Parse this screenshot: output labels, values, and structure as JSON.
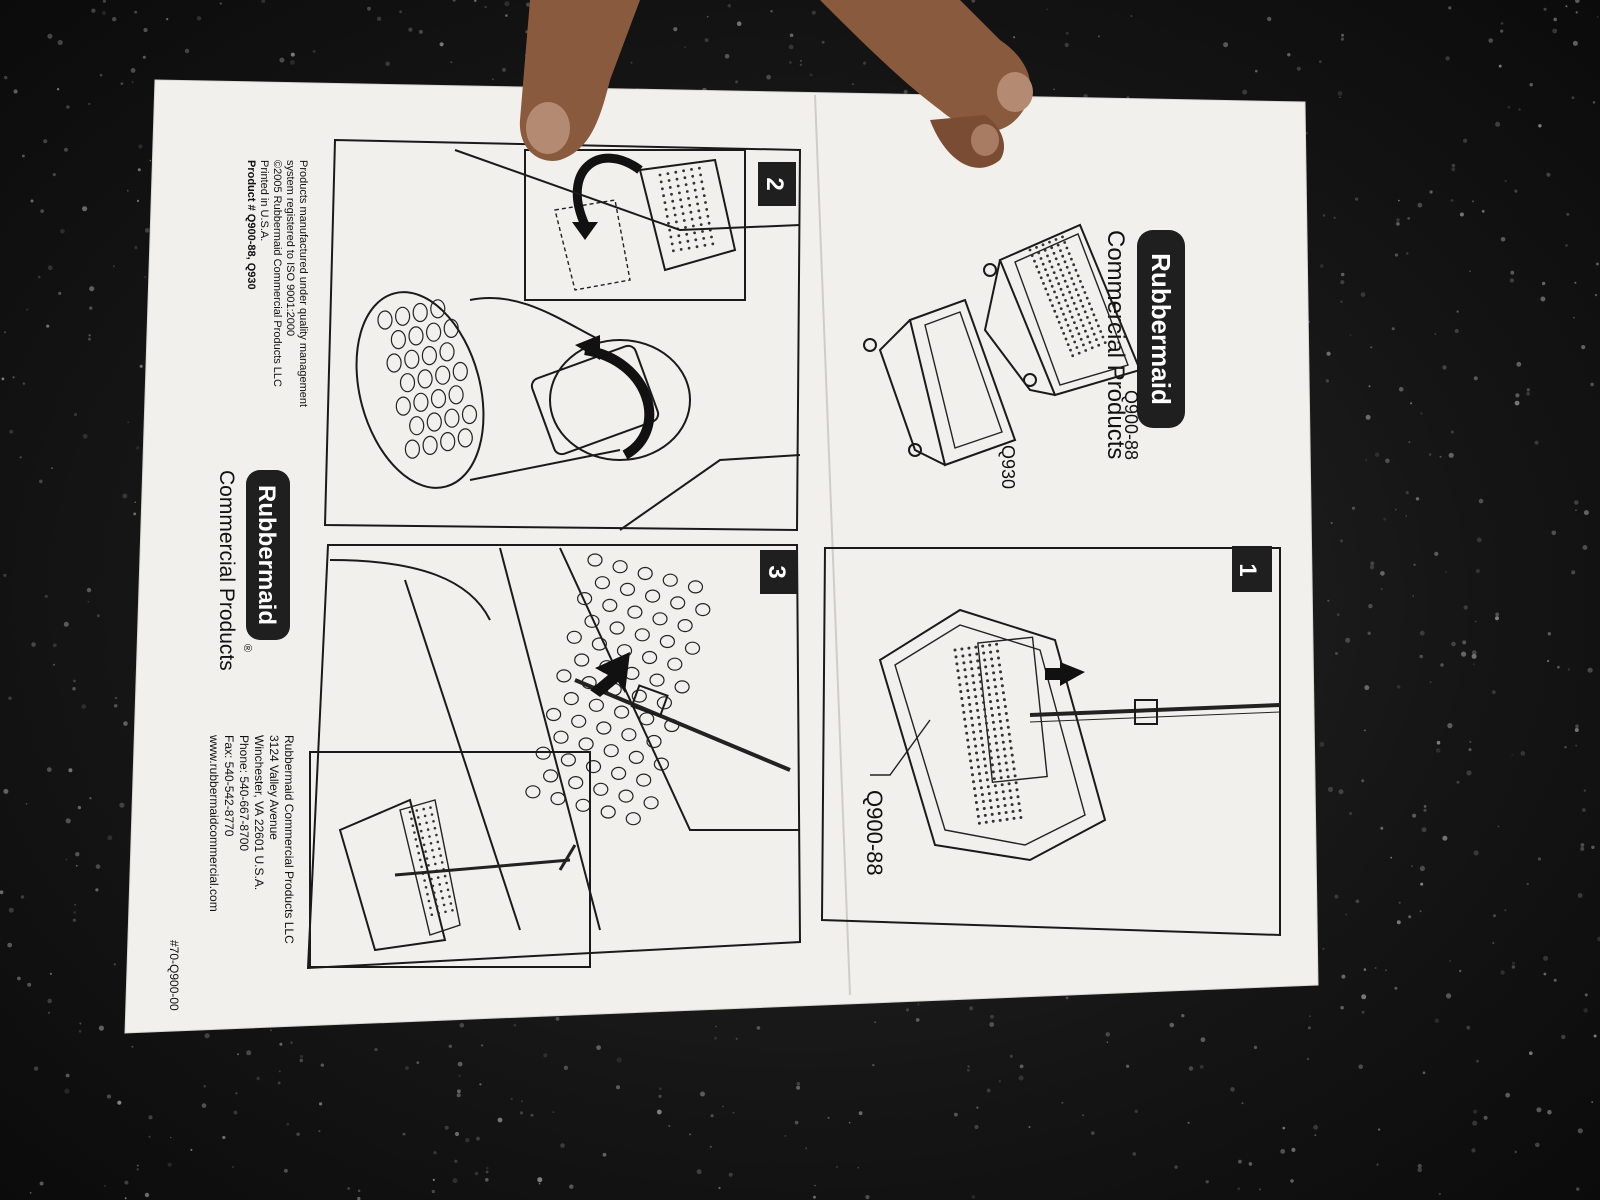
{
  "brand": {
    "logo": "Rubbermaid",
    "division": "Commercial Products",
    "registered": "®"
  },
  "overview": {
    "model_a": "Q900-88",
    "model_b": "Q930"
  },
  "steps": [
    {
      "number": "1",
      "label": "Q900-88"
    },
    {
      "number": "2"
    },
    {
      "number": "3"
    }
  ],
  "quality_note": [
    "Products manufactured under quality management",
    "system registered to ISO 9001:2000",
    "©2005 Rubbermaid Commercial Products LLC",
    "Printed in U.S.A.",
    "Product # Q900-88, Q930"
  ],
  "address": [
    "Rubbermaid Commercial Products LLC",
    "3124 Valley Avenue",
    "Winchester, VA 22601 U.S.A.",
    "Phone: 540-667-8700",
    "Fax: 540-542-8770",
    "www.rubbermaidcommercial.com"
  ],
  "part_number": "#70-Q900-00",
  "colors": {
    "paper": "#f1f0ec",
    "ink": "#111111",
    "carpet": "#1b1b1b",
    "badge": "#1f1f1f"
  },
  "icons": [
    "curved-arrow-icon",
    "push-arrow-icon"
  ]
}
